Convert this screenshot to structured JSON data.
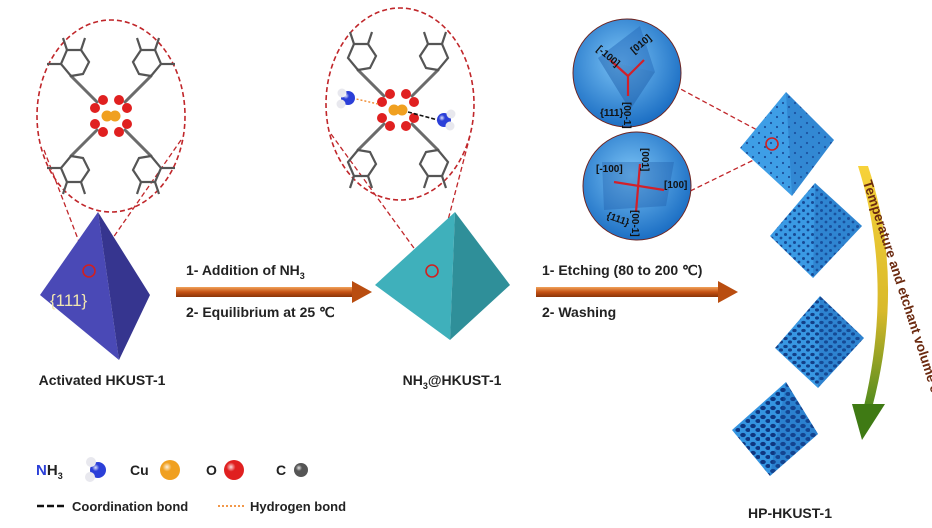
{
  "labels": {
    "activated": "Activated HKUST-1",
    "nh3_main": "NH",
    "nh3_sub": "3",
    "nh3_suffix": "@HKUST-1",
    "hp": "HP-HKUST-1",
    "facet_111": "{111}"
  },
  "step1": {
    "line1_main": "1- Addition of NH",
    "line1_sub": "3",
    "line2": "2- Equilibrium at 25 ℃"
  },
  "step2": {
    "line1": "1- Etching (80 to 200 ℃)",
    "line2": "2- Washing"
  },
  "side_label": "Temperature and etchant volume effect",
  "directions": {
    "top": [
      "[-100]",
      "[010]",
      "[00-1]",
      "{111}"
    ],
    "bottom": [
      "[-100]",
      "[001]",
      "[100]",
      "[00-1]",
      "{111}"
    ]
  },
  "legend": {
    "nh3_n": "N",
    "nh3_h": "H",
    "nh3_sub": "3",
    "cu": "Cu",
    "o": "O",
    "c": "C",
    "coordination": "Coordination bond",
    "hydrogen": "Hydrogen bond"
  },
  "colors": {
    "octa_purple": "#4a49b6",
    "octa_teal": "#3fb0bb",
    "octa_blue": "#2e8fdc",
    "arrow": "#c85a1a",
    "dashed_red": "#c0262a",
    "cu": "#f0a020",
    "o": "#e02020",
    "c": "#555555",
    "n": "#2b3fd8"
  }
}
